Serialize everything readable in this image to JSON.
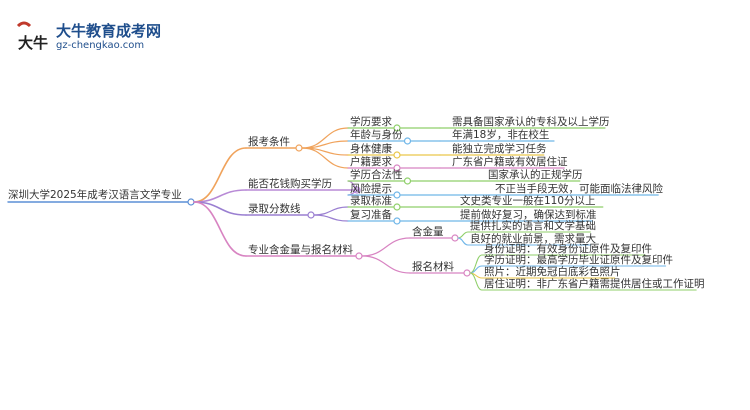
{
  "logo": {
    "brand": "大牛教育成考网",
    "url": "gz-chengkao.com",
    "mark_text": "大牛"
  },
  "colors": {
    "root_line": "#5b8fd6",
    "branch1": "#f0a35c",
    "branch2": "#b88ad6",
    "branch3": "#9a7fd1",
    "branch4": "#d884c2",
    "sub_green": "#8fcf6a",
    "sub_blue": "#6fb6e8",
    "sub_yellow": "#e9c64a"
  },
  "mindmap": {
    "root": "深圳大学2025年成考汉语言文学专业",
    "branches": [
      {
        "label": "报考条件",
        "children": [
          {
            "label": "学历要求",
            "leaf": "需具备国家承认的专科及以上学历"
          },
          {
            "label": "年龄与身份",
            "leaf": "年满18岁，非在校生"
          },
          {
            "label": "身体健康",
            "leaf": "能独立完成学习任务"
          },
          {
            "label": "户籍要求",
            "leaf": "广东省户籍或有效居住证"
          }
        ]
      },
      {
        "label": "能否花钱购买学历",
        "children": [
          {
            "label": "学历合法性",
            "leaf": "国家承认的正规学历"
          },
          {
            "label": "风险提示",
            "leaf": "不正当手段无效，可能面临法律风险"
          }
        ]
      },
      {
        "label": "录取分数线",
        "children": [
          {
            "label": "录取标准",
            "leaf": "文史类专业一般在110分以上"
          },
          {
            "label": "复习准备",
            "leaf": "提前做好复习，确保达到标准"
          }
        ]
      },
      {
        "label": "专业含金量与报名材料",
        "children": [
          {
            "label": "含金量",
            "leaves": [
              "提供扎实的语言和文学基础",
              "良好的就业前景，需求量大"
            ]
          },
          {
            "label": "报名材料",
            "leaves": [
              "身份证明：有效身份证原件及复印件",
              "学历证明：最高学历毕业证原件及复印件",
              "照片：近期免冠白底彩色照片",
              "居住证明：非广东省户籍需提供居住或工作证明"
            ]
          }
        ]
      }
    ]
  }
}
